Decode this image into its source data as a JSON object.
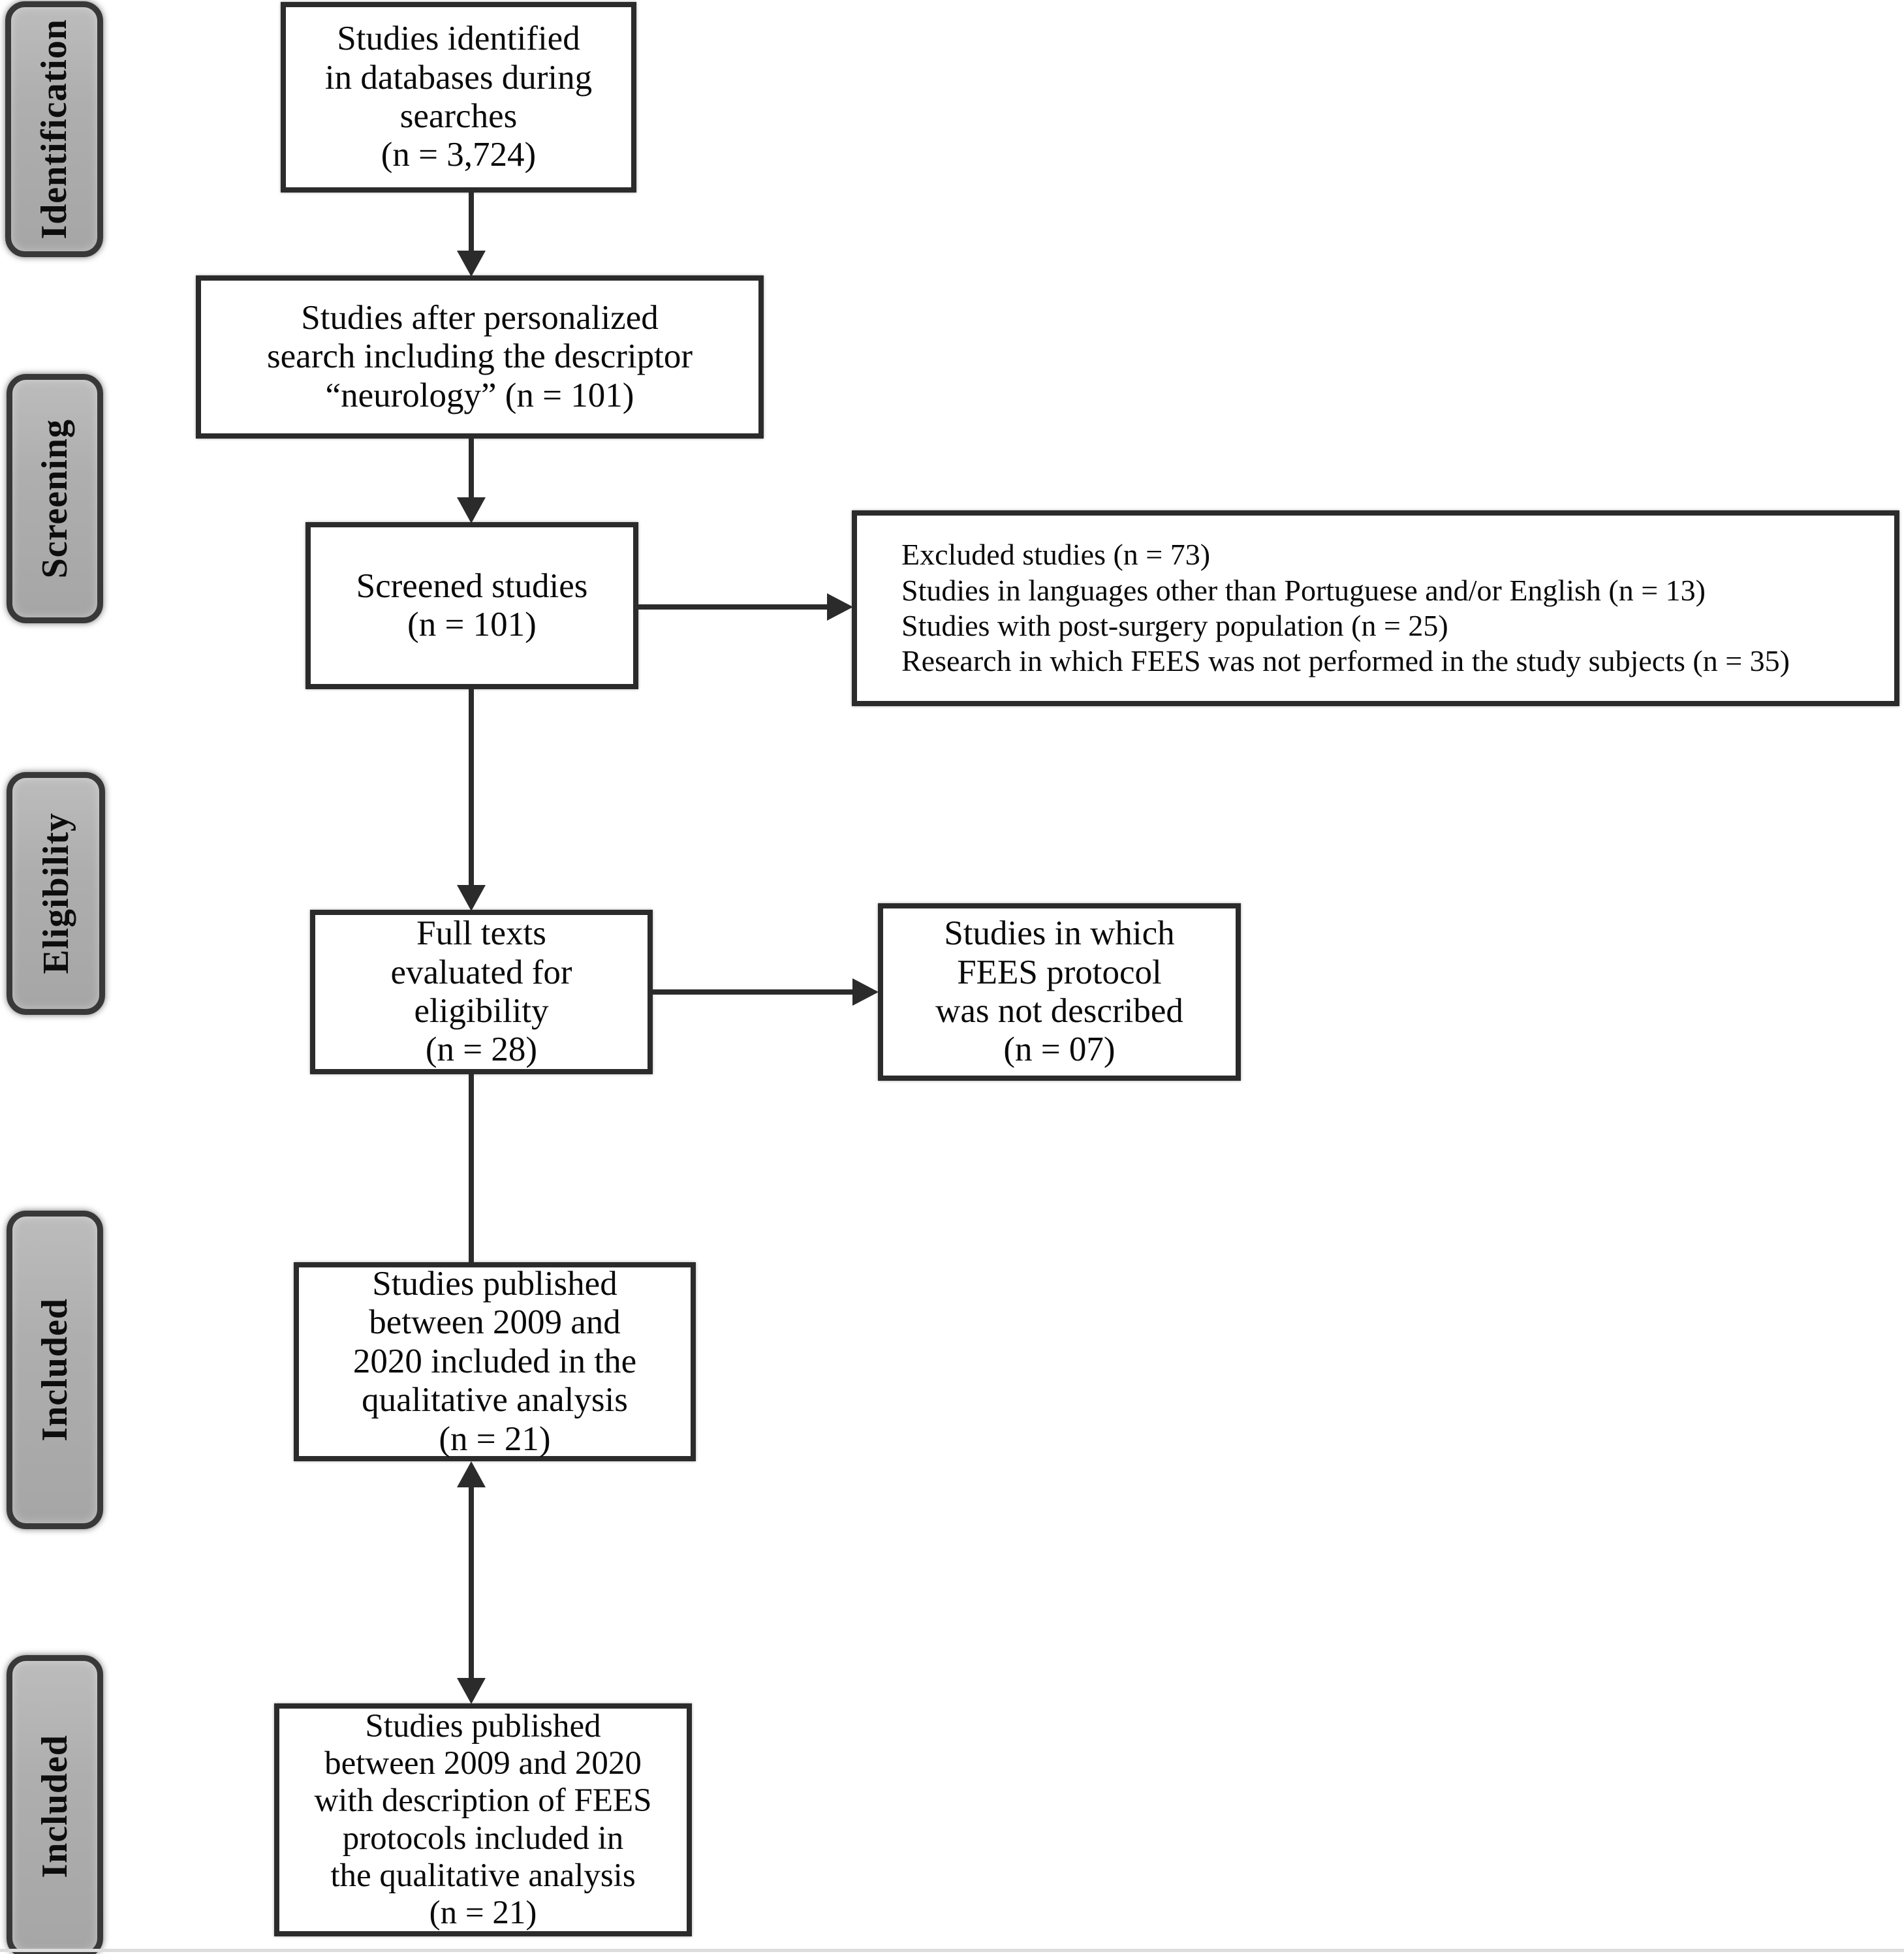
{
  "diagram_type": "study-selection-flowchart",
  "colors": {
    "page-bg": "#ffffff",
    "box-border": "#2b2b2b",
    "sidebar-fill": "#aeaeae",
    "sidebar-border": "#383838",
    "line": "#2b2b2b",
    "text": "#0a0a0a",
    "rule": "#dcdcdc"
  },
  "sidebar": {
    "stages": [
      {
        "label": "Identification"
      },
      {
        "label": "Screening"
      },
      {
        "label": "Eligibility"
      },
      {
        "label": "Included"
      },
      {
        "label": "Included"
      }
    ]
  },
  "boxes": {
    "identified": {
      "text": "Studies identified\nin databases during\nsearches\n(n = 3,724)"
    },
    "personalized": {
      "text": "Studies after personalized\nsearch including the descriptor\n“neurology” (n = 101)"
    },
    "screened": {
      "text": "Screened studies\n(n = 101)"
    },
    "excluded": {
      "lines": [
        "Excluded studies (n = 73)",
        "Studies in languages other than Portuguese and/or English (n = 13)",
        "Studies with post-surgery population (n = 25)",
        "Research in which FEES was not performed in the study subjects (n = 35)"
      ]
    },
    "fulltext": {
      "text": "Full texts\nevaluated for\neligibility\n(n = 28)"
    },
    "no_protocol": {
      "text": "Studies in which\nFEES protocol\nwas not described\n(n = 07)"
    },
    "qualitative": {
      "text": "Studies published\nbetween 2009 and\n2020 included in the\nqualitative analysis\n(n = 21)"
    },
    "with_protocols": {
      "text": "Studies published\nbetween 2009 and 2020\nwith description of FEES\nprotocols included in\nthe qualitative analysis\n(n = 21)"
    }
  }
}
